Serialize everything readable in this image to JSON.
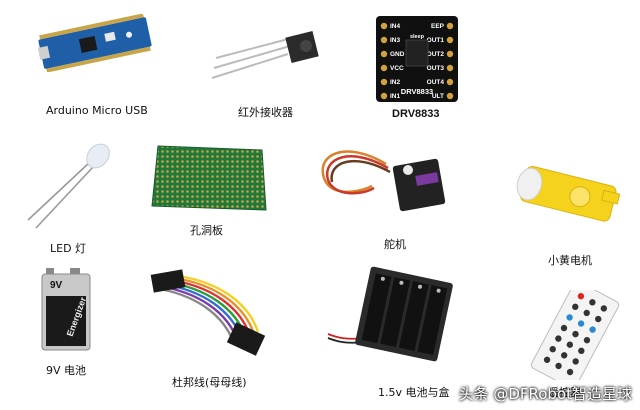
{
  "items": [
    {
      "label": "Arduino Micro USB"
    },
    {
      "label": "红外接收器"
    },
    {
      "label": "DRV8833"
    },
    {
      "label": "LED 灯"
    },
    {
      "label": "孔洞板"
    },
    {
      "label": "舵机"
    },
    {
      "label": "小黄电机"
    },
    {
      "label": "9V 电池"
    },
    {
      "label": "杜邦线(母母线)"
    },
    {
      "label": "1.5v 电池与盒"
    },
    {
      "label": "遥控器"
    }
  ],
  "drv_board": {
    "left_pins": [
      "IN4",
      "IN3",
      "GND",
      "VCC",
      "IN2",
      "IN1"
    ],
    "right_pins": [
      "EEP",
      "OUT1",
      "OUT2",
      "OUT3",
      "OUT4",
      "ULT"
    ],
    "chip_text": "DRV8833",
    "small_text": "sleep"
  },
  "battery9v": {
    "voltage": "9V",
    "brand": "Energizer"
  },
  "watermark": "头条 @DFRobot智造星球"
}
